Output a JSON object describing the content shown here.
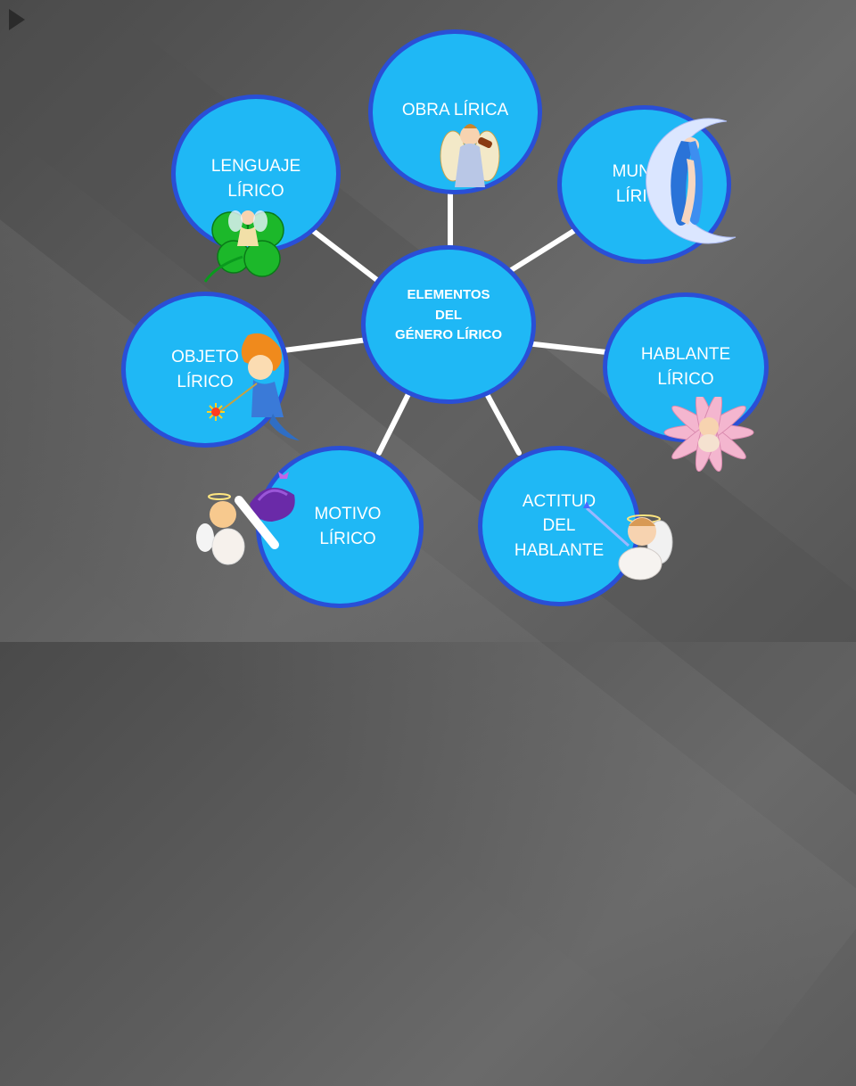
{
  "center": {
    "line1": "ELEMENTOS",
    "line2": "DEL",
    "line3": "GÉNERO LÍRICO"
  },
  "nodes": [
    {
      "id": "obra",
      "line1": "OBRA LÍRICA",
      "line2": ""
    },
    {
      "id": "mundo",
      "line1": "MUNDO",
      "line2": "LÍRICO"
    },
    {
      "id": "hablante",
      "line1": "HABLANTE",
      "line2": "LÍRICO"
    },
    {
      "id": "actitud",
      "line1": "ACTITUD",
      "line2": "DEL",
      "line3": "HABLANTE"
    },
    {
      "id": "motivo",
      "line1": "MOTIVO",
      "line2": "LÍRICO"
    },
    {
      "id": "objeto",
      "line1": "OBJETO",
      "line2": "LÍRICO"
    },
    {
      "id": "lenguaje",
      "line1": "LENGUAJE",
      "line2": "LÍRICO"
    }
  ],
  "colors": {
    "node_fill": "#1fb8f5",
    "node_border": "#2a4fd6",
    "connector": "#ffffff"
  },
  "decorations": [
    "violin-angel-icon",
    "moon-fairy-icon",
    "flower-angel-icon",
    "praying-angel-icon",
    "rose-angel-icon",
    "wand-fairy-icon",
    "clover-fairy-icon"
  ]
}
